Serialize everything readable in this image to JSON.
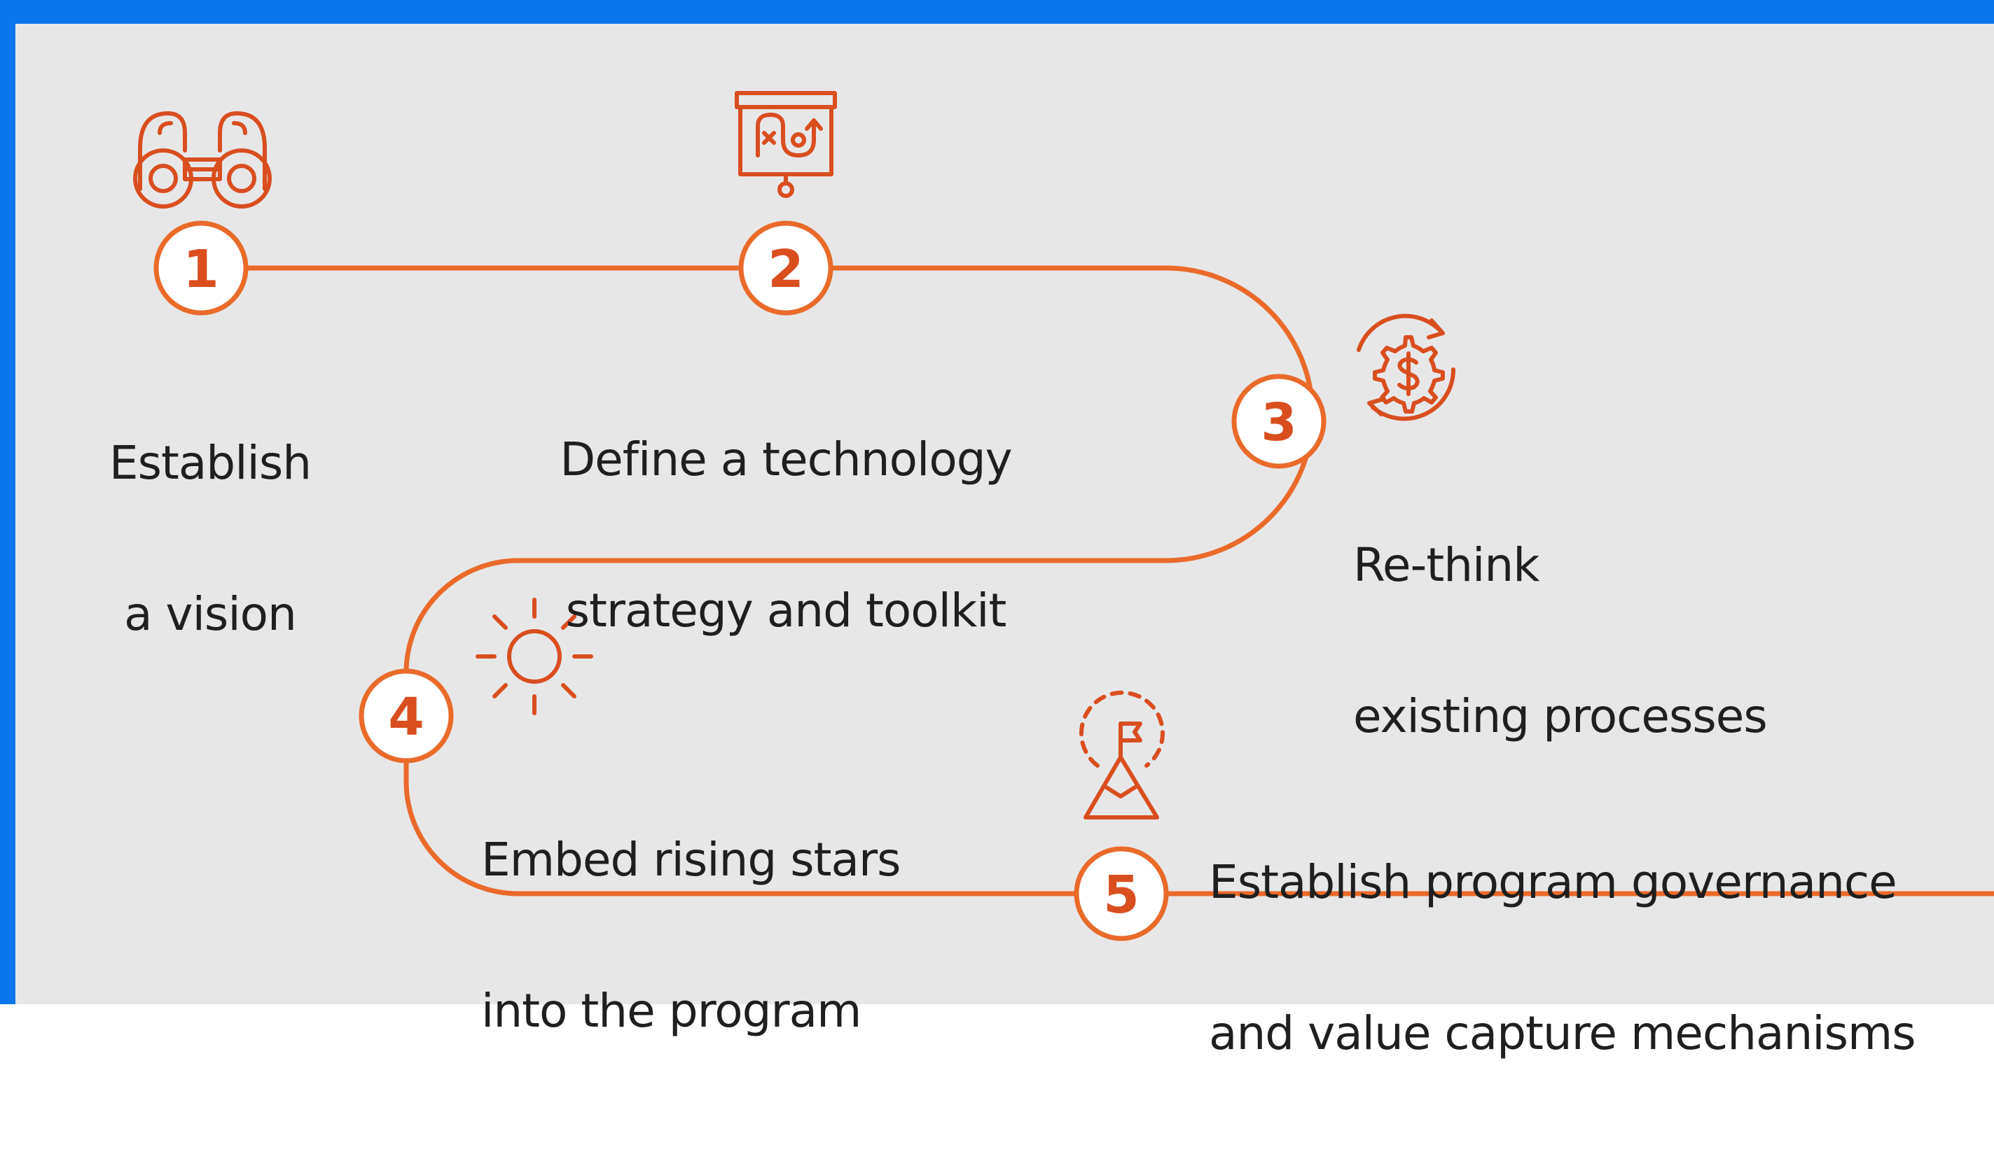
{
  "colors": {
    "border_blue": "#0b76eb",
    "panel_bg": "#e7e7e8",
    "path_orange": "#ea6a2a",
    "icon_orange": "#d94e1f",
    "number_orange": "#d94e1f",
    "text": "#1f1f1f"
  },
  "steps": [
    {
      "number": "1",
      "line1": "Establish",
      "line2": "a vision",
      "icon": "binoculars-icon"
    },
    {
      "number": "2",
      "line1": "Define a technology",
      "line2": "strategy and toolkit",
      "icon": "strategy-board-icon"
    },
    {
      "number": "3",
      "line1": "Re-think",
      "line2": "existing processes",
      "icon": "gear-dollar-cycle-icon"
    },
    {
      "number": "4",
      "line1": "Embed rising stars",
      "line2": "into the program",
      "icon": "sun-icon"
    },
    {
      "number": "5",
      "line1": "Establish program governance",
      "line2": "and value capture mechanisms",
      "icon": "mountain-flag-icon"
    }
  ]
}
